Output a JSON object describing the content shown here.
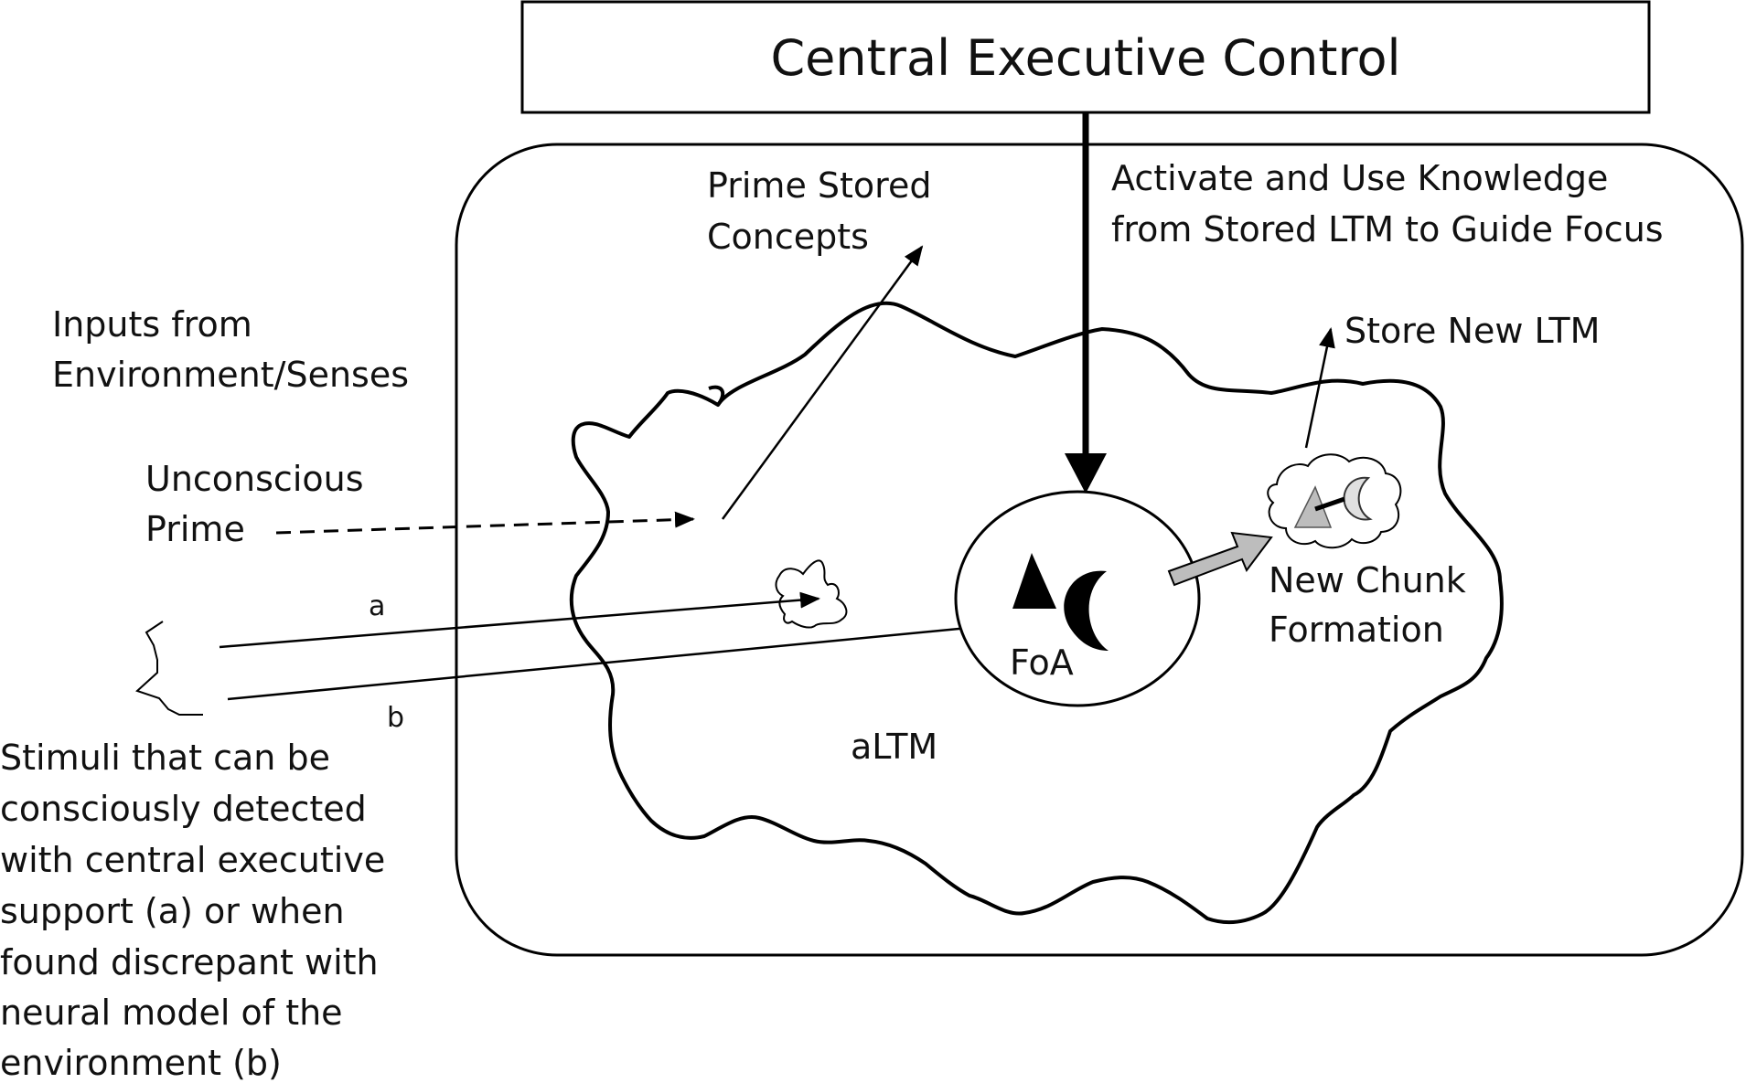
{
  "title": "Central Executive Control",
  "labels": {
    "activate_line1": "Activate and Use Knowledge",
    "activate_line2": "from Stored LTM to Guide Focus",
    "prime_line1": "Prime Stored",
    "prime_line2": "Concepts",
    "store_ltm": "Store New LTM",
    "inputs_line1": "Inputs from",
    "inputs_line2": "Environment/Senses",
    "unconscious_line1": "Unconscious",
    "unconscious_line2": "Prime",
    "path_a": "a",
    "path_b": "b",
    "foa": "FoA",
    "chunk_line1": "New Chunk",
    "chunk_line2": "Formation",
    "altm": "aLTM"
  },
  "stimuli_caption": [
    "Stimuli that can be",
    "consciously detected",
    "with central executive",
    "support (a) or when",
    "found discrepant with",
    "neural model of the",
    "environment (b)"
  ],
  "colors": {
    "stroke": "#000000",
    "fill_gray": "#bdbdbd",
    "background": "#ffffff"
  }
}
